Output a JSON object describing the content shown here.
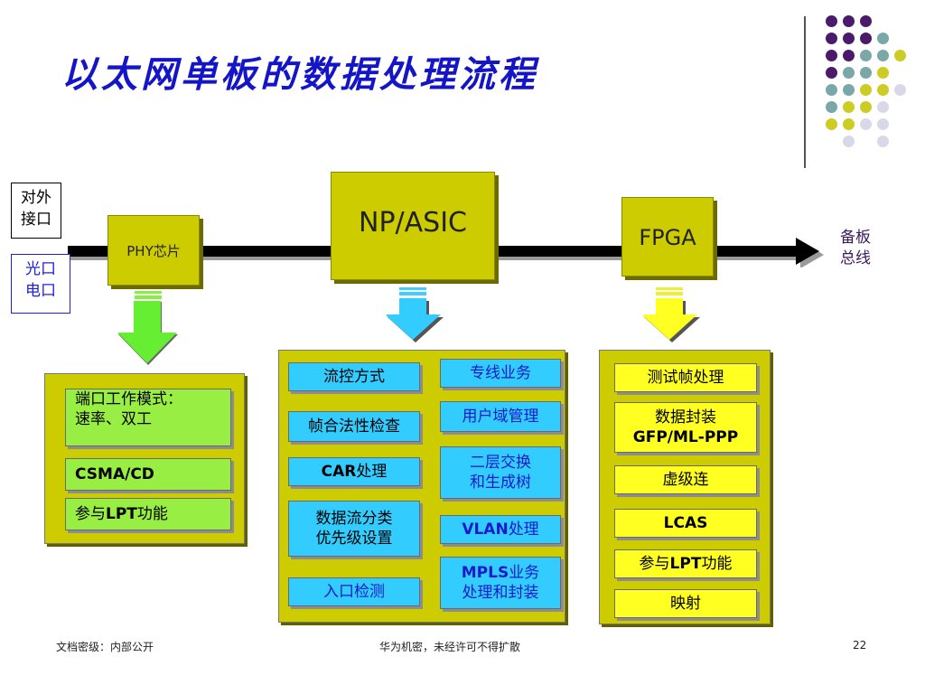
{
  "title": "以太网单板的数据处理流程",
  "side_labels": {
    "interface": [
      "对外",
      "接口"
    ],
    "ports": [
      "光口",
      "电口"
    ],
    "backplane": [
      "备板",
      "总线"
    ]
  },
  "chips": {
    "phy": "PHY芯片",
    "np": "NP/ASIC",
    "fpga": "FPGA"
  },
  "phy_panel": {
    "item1": [
      "端口工作模式：",
      "速率、双工"
    ],
    "item2": "CSMA/CD",
    "item3_a": "参与",
    "item3_b": "LPT",
    "item3_c": "功能"
  },
  "np_panel": {
    "flow_control": "流控方式",
    "dedicated_line": "专线业务",
    "frame_check": "帧合法性检查",
    "user_domain": "用户域管理",
    "car_a": "CAR",
    "car_b": "处理",
    "l2_switch": [
      "二层交换",
      "和生成树"
    ],
    "flow_class": [
      "数据流分类",
      "优先级设置"
    ],
    "vlan_a": "VLAN",
    "vlan_b": "处理",
    "mpls_a": "MPLS",
    "mpls_b": "业务",
    "mpls_c": "处理和封装",
    "ingress": "入口检测"
  },
  "fpga_panel": {
    "test_frame": "测试帧处理",
    "encap": [
      "数据封装",
      "GFP/ML-PPP"
    ],
    "vcat": "虚级连",
    "lcas": "LCAS",
    "lpt_a": "参与",
    "lpt_b": "LPT",
    "lpt_c": "功能",
    "mapping": "映射"
  },
  "footer": {
    "left": "文档密级：内部公开",
    "center": "华为机密，未经许可不得扩散",
    "page": "22"
  },
  "colors": {
    "title": "#1515c8",
    "chip": "#cccc00",
    "green": "#99ee44",
    "cyan": "#33ccff",
    "yellow": "#ffff22",
    "purple": "#4b1a6a",
    "teal": "#7aa8a8",
    "olive": "#cccc22",
    "lavender": "#d8d8e8"
  }
}
